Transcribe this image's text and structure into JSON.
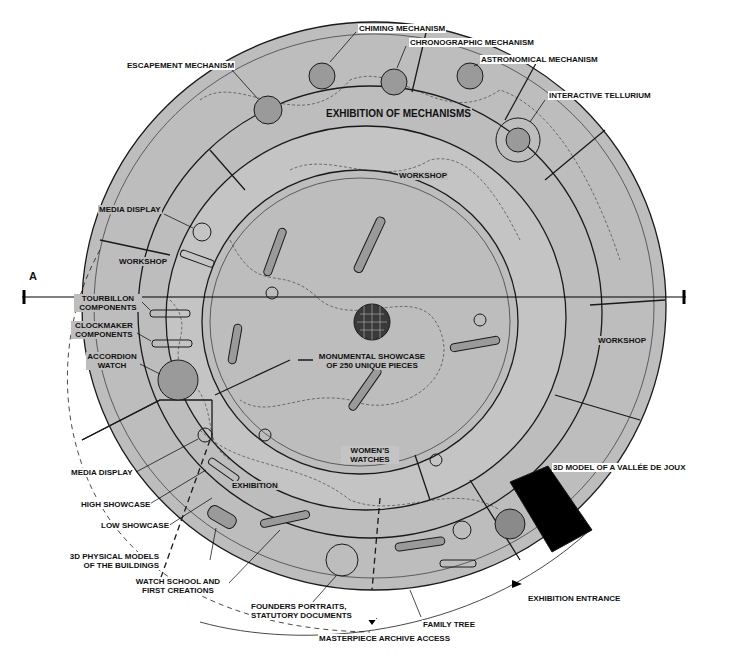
{
  "diagram": {
    "labels": [
      "CHIMING MECHANISM",
      "CHRONOGRAPHIC MECHANISM",
      "ASTRONOMICAL MECHANISM",
      "ESCAPEMENT MECHANISM",
      "INTERACTIVE TELLURIUM",
      "EXHIBITION OF MECHANISMS",
      "WORKSHOP",
      "MEDIA DISPLAY",
      "WORKSHOP",
      "A",
      "TOURBILLON COMPONENTS",
      "CLOCKMAKER COMPONENTS",
      "ACCORDION WATCH",
      "MONUMENTAL SHOWCASE OF 250 UNIQUE PIECES",
      "WORKSHOP",
      "WOMEN'S WATCHES",
      "3D MODEL OF A VALLÉE DE JOUX",
      "MEDIA DISPLAY",
      "EXHIBITION",
      "HIGH SHOWCASE",
      "LOW SHOWCASE",
      "3D PHYSICAL MODELS OF THE BUILDINGS",
      "WATCH SCHOOL AND FIRST CREATIONS",
      "FOUNDERS PORTRAITS, STATUTORY DOCUMENTS",
      "EXHIBITION ENTRANCE",
      "FAMILY TREE",
      "MASTERPIECE ARCHIVE ACCESS"
    ]
  }
}
